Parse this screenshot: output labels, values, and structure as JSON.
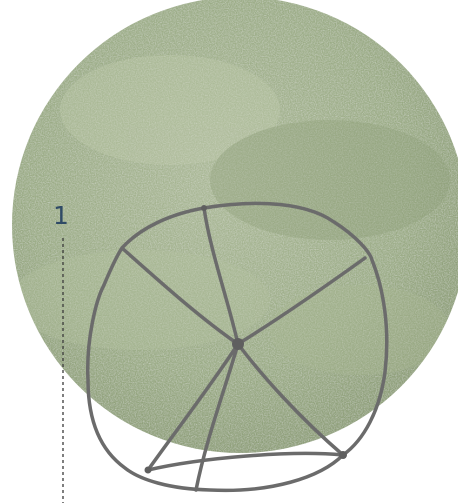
{
  "step": {
    "number": "1"
  },
  "colors": {
    "circle_base": "#a3b28e",
    "circle_light": "#c9d3b8",
    "circle_dark": "#7f8f6a",
    "sketch_line": "#6b6b6b",
    "leader_line": "#3a3a3a",
    "number_text": "#2f4a66",
    "background": "#ffffff"
  },
  "icons": {
    "textured_circle": "watercolor-green-circle",
    "sketch": "hand-drawn-wheel-sketch"
  }
}
